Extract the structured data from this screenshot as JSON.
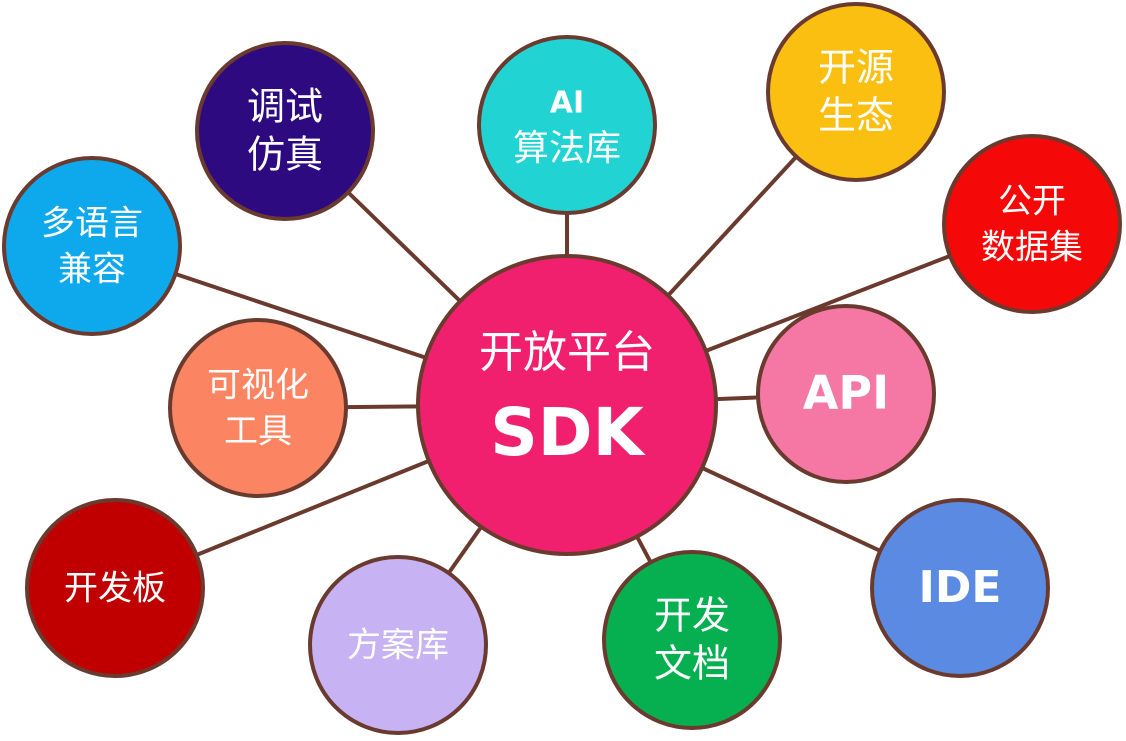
{
  "line_color": "#6b3a2e",
  "border_color": "#6b3a2e",
  "hub": {
    "lines": [
      "开放平台",
      "SDK"
    ],
    "color": "#f0206e"
  },
  "nodes": [
    {
      "id": "debug-sim",
      "lines": [
        "调试",
        "仿真"
      ],
      "color": "#2d0a80"
    },
    {
      "id": "ai-algo",
      "lines": [
        "AI",
        "算法库"
      ],
      "color": "#22d3d3"
    },
    {
      "id": "open-source",
      "lines": [
        "开源",
        "生态"
      ],
      "color": "#fbbf12"
    },
    {
      "id": "public-data",
      "lines": [
        "公开",
        "数据集"
      ],
      "color": "#f50808"
    },
    {
      "id": "multi-lang",
      "lines": [
        "多语言",
        "兼容"
      ],
      "color": "#0ea8ec"
    },
    {
      "id": "visual-tools",
      "lines": [
        "可视化",
        "工具"
      ],
      "color": "#fb8562"
    },
    {
      "id": "api",
      "lines": [
        "API"
      ],
      "color": "#f477a4"
    },
    {
      "id": "dev-board",
      "lines": [
        "开发板"
      ],
      "color": "#c00000"
    },
    {
      "id": "solution-lib",
      "lines": [
        "方案库"
      ],
      "color": "#c7b2f3"
    },
    {
      "id": "dev-docs",
      "lines": [
        "开发",
        "文档"
      ],
      "color": "#06b050"
    },
    {
      "id": "ide",
      "lines": [
        "IDE"
      ],
      "color": "#5b8ae3"
    }
  ]
}
